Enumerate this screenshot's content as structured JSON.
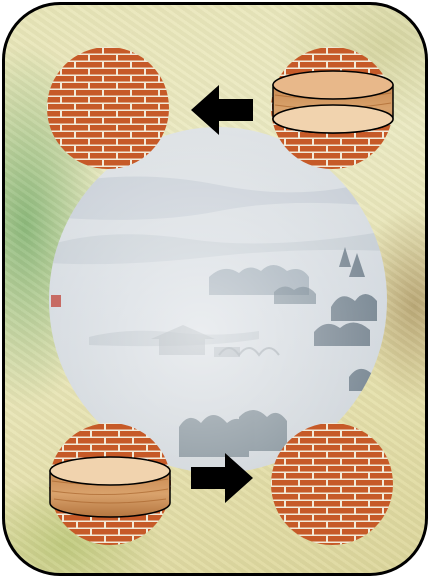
{
  "card": {
    "name": "puzzle-card",
    "colors": {
      "border": "#000000",
      "parchment": "#e9e6b8",
      "green_wash": "#6eaa64",
      "brick": "#c45a28",
      "mortar": "#f2ead8",
      "wood": "#d9a26c",
      "arrow": "#000000"
    }
  },
  "tiles": [
    {
      "id": "top-left",
      "type": "brick-wall",
      "has_disc": false
    },
    {
      "id": "top-right",
      "type": "brick-wall",
      "has_disc": true
    },
    {
      "id": "bottom-left",
      "type": "brick-wall",
      "has_disc": true
    },
    {
      "id": "bottom-right",
      "type": "brick-wall",
      "has_disc": false
    }
  ],
  "arrows": [
    {
      "id": "top",
      "direction": "left",
      "icon": "arrow-left-icon"
    },
    {
      "id": "bottom",
      "direction": "right",
      "icon": "arrow-right-icon"
    }
  ],
  "center": {
    "image": "misty-landscape-painting"
  }
}
